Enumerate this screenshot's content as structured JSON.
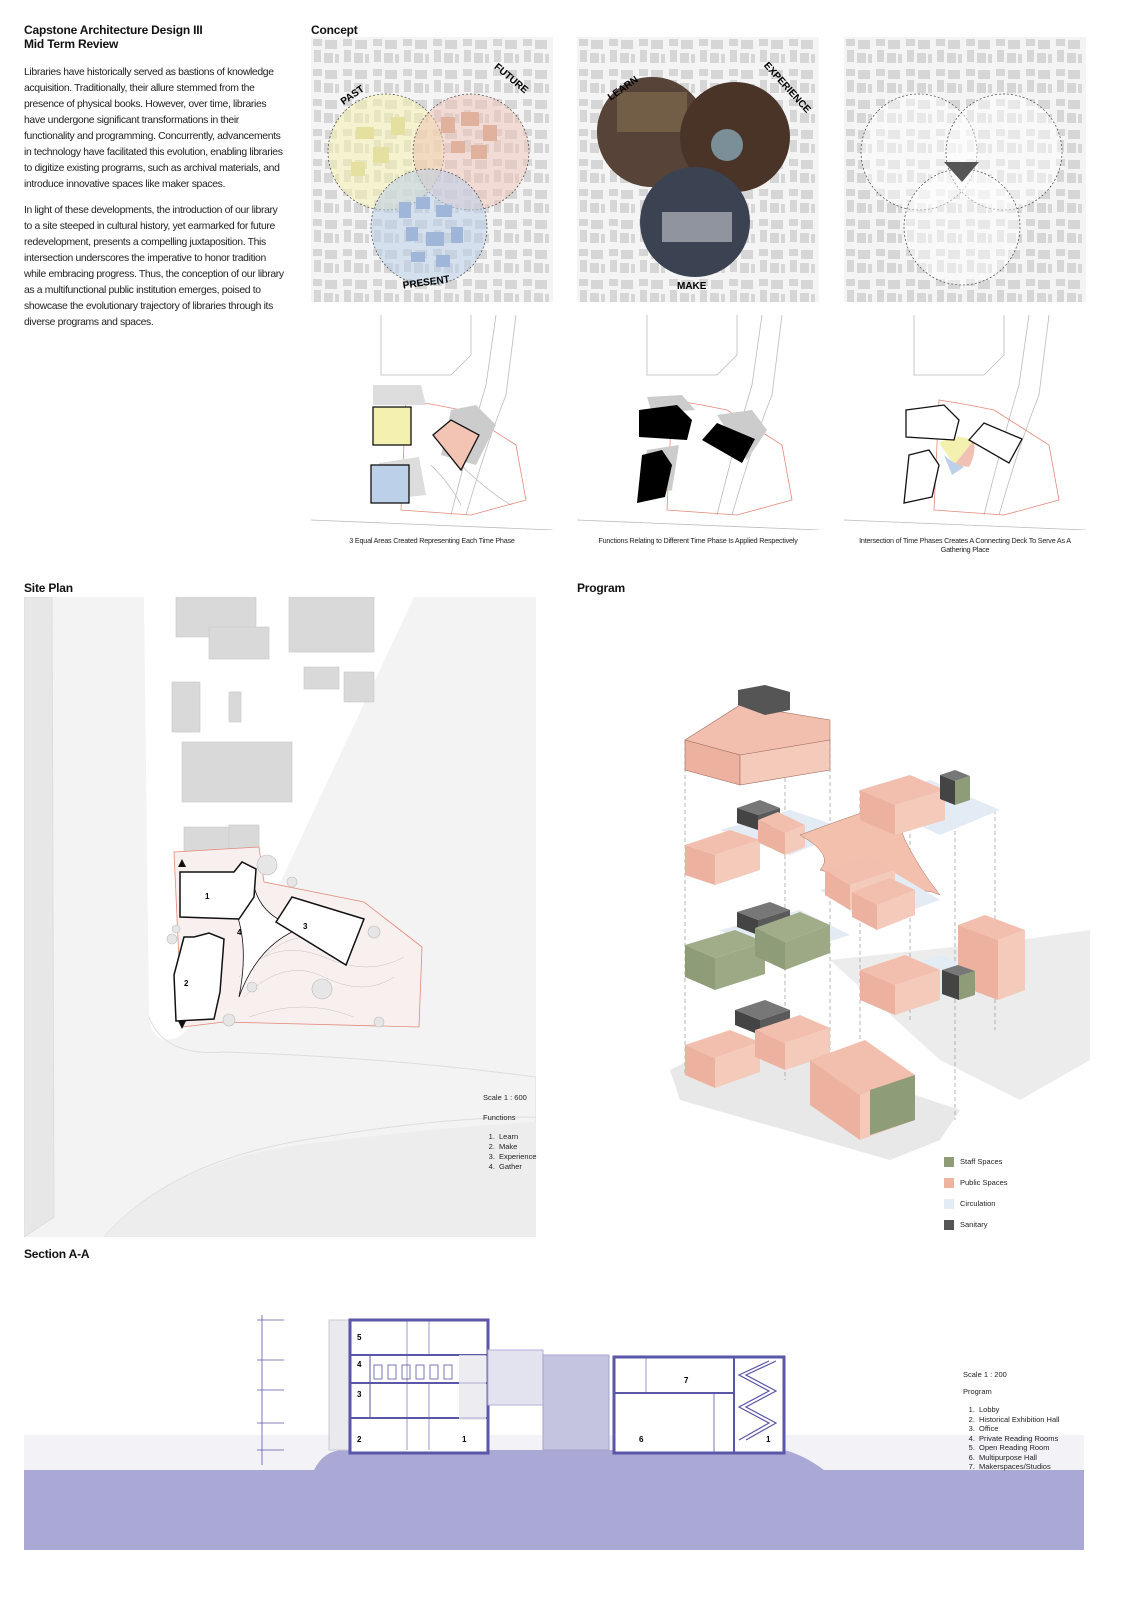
{
  "header": {
    "title": "Capstone Architecture Design III",
    "subtitle": "Mid Term Review"
  },
  "intro": {
    "p1": "Libraries have historically served as bastions of knowledge acquisition. Traditionally, their allure stemmed from the presence of physical books. However, over time, libraries have undergone significant transformations in their functionality and programming. Concurrently, advancements in technology have facilitated this evolution, enabling libraries to digitize existing programs, such as archival materials, and introduce innovative spaces like maker spaces.",
    "p2": "In light of these developments, the introduction of our library to a site steeped in cultural history, yet earmarked for future redevelopment, presents a compelling juxtaposition. This intersection underscores the imperative to honor tradition while embracing progress. Thus, the conception of our library as a multifunctional public institution emerges, poised to showcase the evolutionary trajectory of libraries through its diverse programs and spaces."
  },
  "concept": {
    "heading": "Concept",
    "time_labels": [
      "PAST",
      "FUTURE",
      "PRESENT"
    ],
    "function_labels": [
      "LEARN",
      "EXPERIENCE",
      "MAKE"
    ],
    "captions": [
      "3 Equal Areas Created Representing Each Time Phase",
      "Functions Relating to Different Time Phase Is Applied Respectively",
      "Intersection of Time Phases Creates A Connecting Deck To Serve As A Gathering Place"
    ]
  },
  "site_plan": {
    "heading": "Site Plan",
    "scale": "Scale 1 : 600",
    "functions_title": "Functions",
    "functions": [
      "Learn",
      "Make",
      "Experience",
      "Gather"
    ],
    "building_numbers": [
      "1",
      "2",
      "3",
      "4"
    ]
  },
  "program": {
    "heading": "Program",
    "legend": [
      {
        "label": "Staff Spaces",
        "color": "#8f9c78"
      },
      {
        "label": "Public Spaces",
        "color": "#efb4a0"
      },
      {
        "label": "Circulation",
        "color": "#e3ebf4"
      },
      {
        "label": "Sanitary",
        "color": "#555555"
      }
    ]
  },
  "section": {
    "heading": "Section A-A",
    "scale": "Scale 1 : 200",
    "program_title": "Program",
    "program_items": [
      "Lobby",
      "Historical Exhibition Hall",
      "Office",
      "Private Reading Rooms",
      "Open Reading Room",
      "Multipurpose Hall",
      "Makerspaces/Studios"
    ],
    "room_numbers": [
      "5",
      "4",
      "3",
      "2",
      "1",
      "7",
      "6",
      "1"
    ]
  },
  "colors": {
    "past": "#f4f0b0",
    "future": "#efc2b4",
    "present": "#bcd0ea",
    "section_blue": "#5a56a8",
    "ground": "#aaa8d4"
  }
}
